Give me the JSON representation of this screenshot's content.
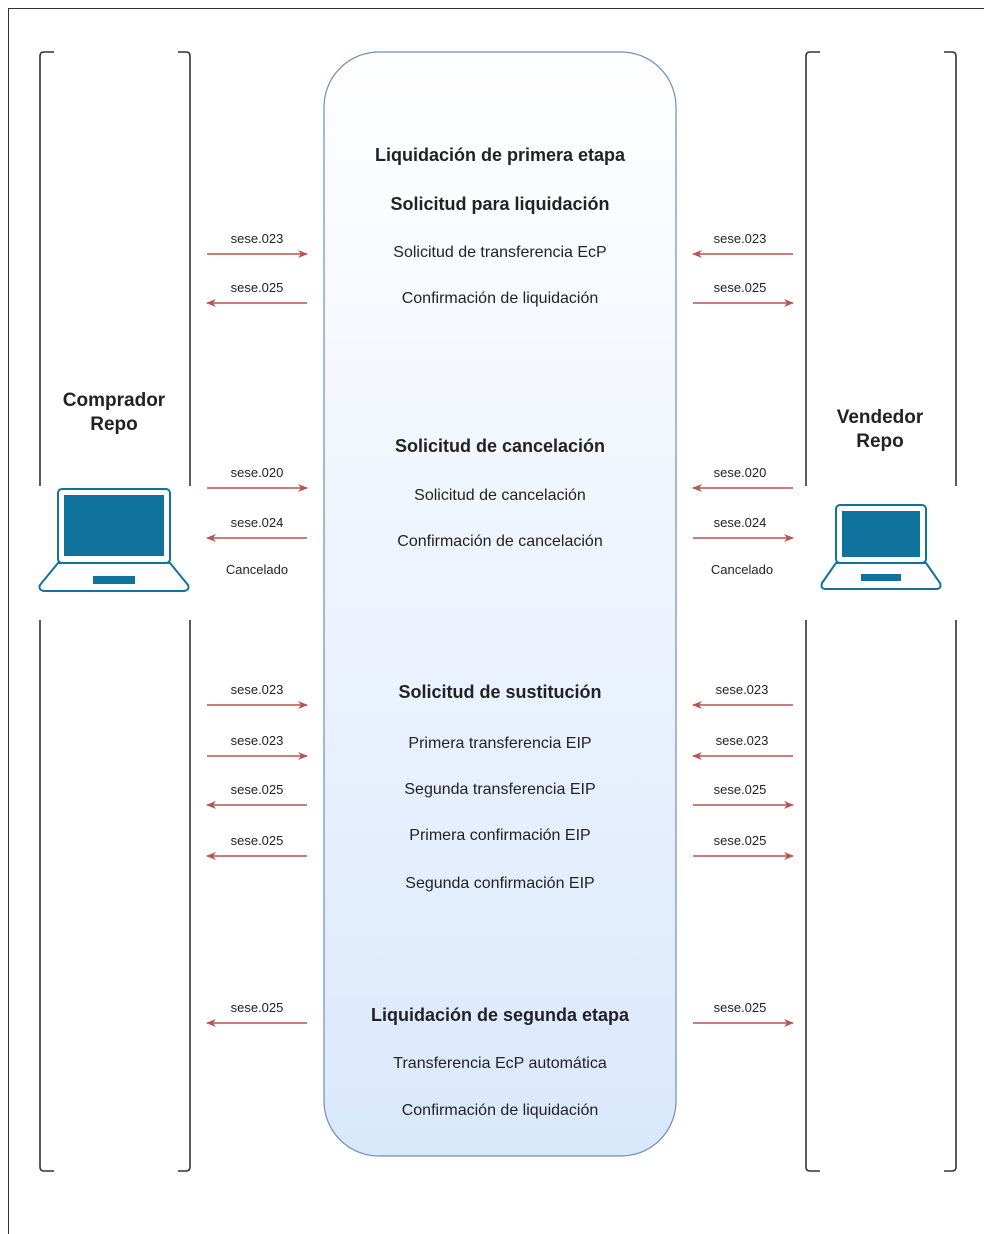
{
  "left_party": {
    "line1": "Comprador",
    "line2": "Repo",
    "cancel_note": "Cancelado"
  },
  "right_party": {
    "line1": "Vendedor",
    "line2": "Repo",
    "cancel_note": "Cancelado"
  },
  "sections": [
    {
      "heading": "Liquidación de primera etapa",
      "heading2": "Solicitud para liquidación",
      "items": [
        "Solicitud de transferencia EcP",
        "Confirmación de liquidación"
      ]
    },
    {
      "heading": "Solicitud de cancelación",
      "items": [
        "Solicitud de cancelación",
        "Confirmación de cancelación"
      ]
    },
    {
      "heading": "Solicitud de sustitución",
      "items": [
        "Primera transferencia EIP",
        "Segunda transferencia EIP",
        "Primera confirmación EIP",
        "Segunda confirmación EIP"
      ]
    },
    {
      "heading": "Liquidación de segunda etapa",
      "items": [
        "Transferencia EcP automática",
        "Confirmación de liquidación"
      ]
    }
  ],
  "messages": {
    "left": [
      "sese.023",
      "sese.025",
      "sese.020",
      "sese.024",
      "sese.023",
      "sese.023",
      "sese.025",
      "sese.025",
      "sese.025"
    ],
    "right": [
      "sese.023",
      "sese.025",
      "sese.020",
      "sese.024",
      "sese.023",
      "sese.023",
      "sese.025",
      "sese.025",
      "sese.025"
    ]
  },
  "colors": {
    "arrow": "#b85450",
    "panel_top": "#ffffff",
    "panel_bottom": "#dae8fc",
    "panel_border": "#6c8ebf",
    "laptop": "#10739e"
  }
}
